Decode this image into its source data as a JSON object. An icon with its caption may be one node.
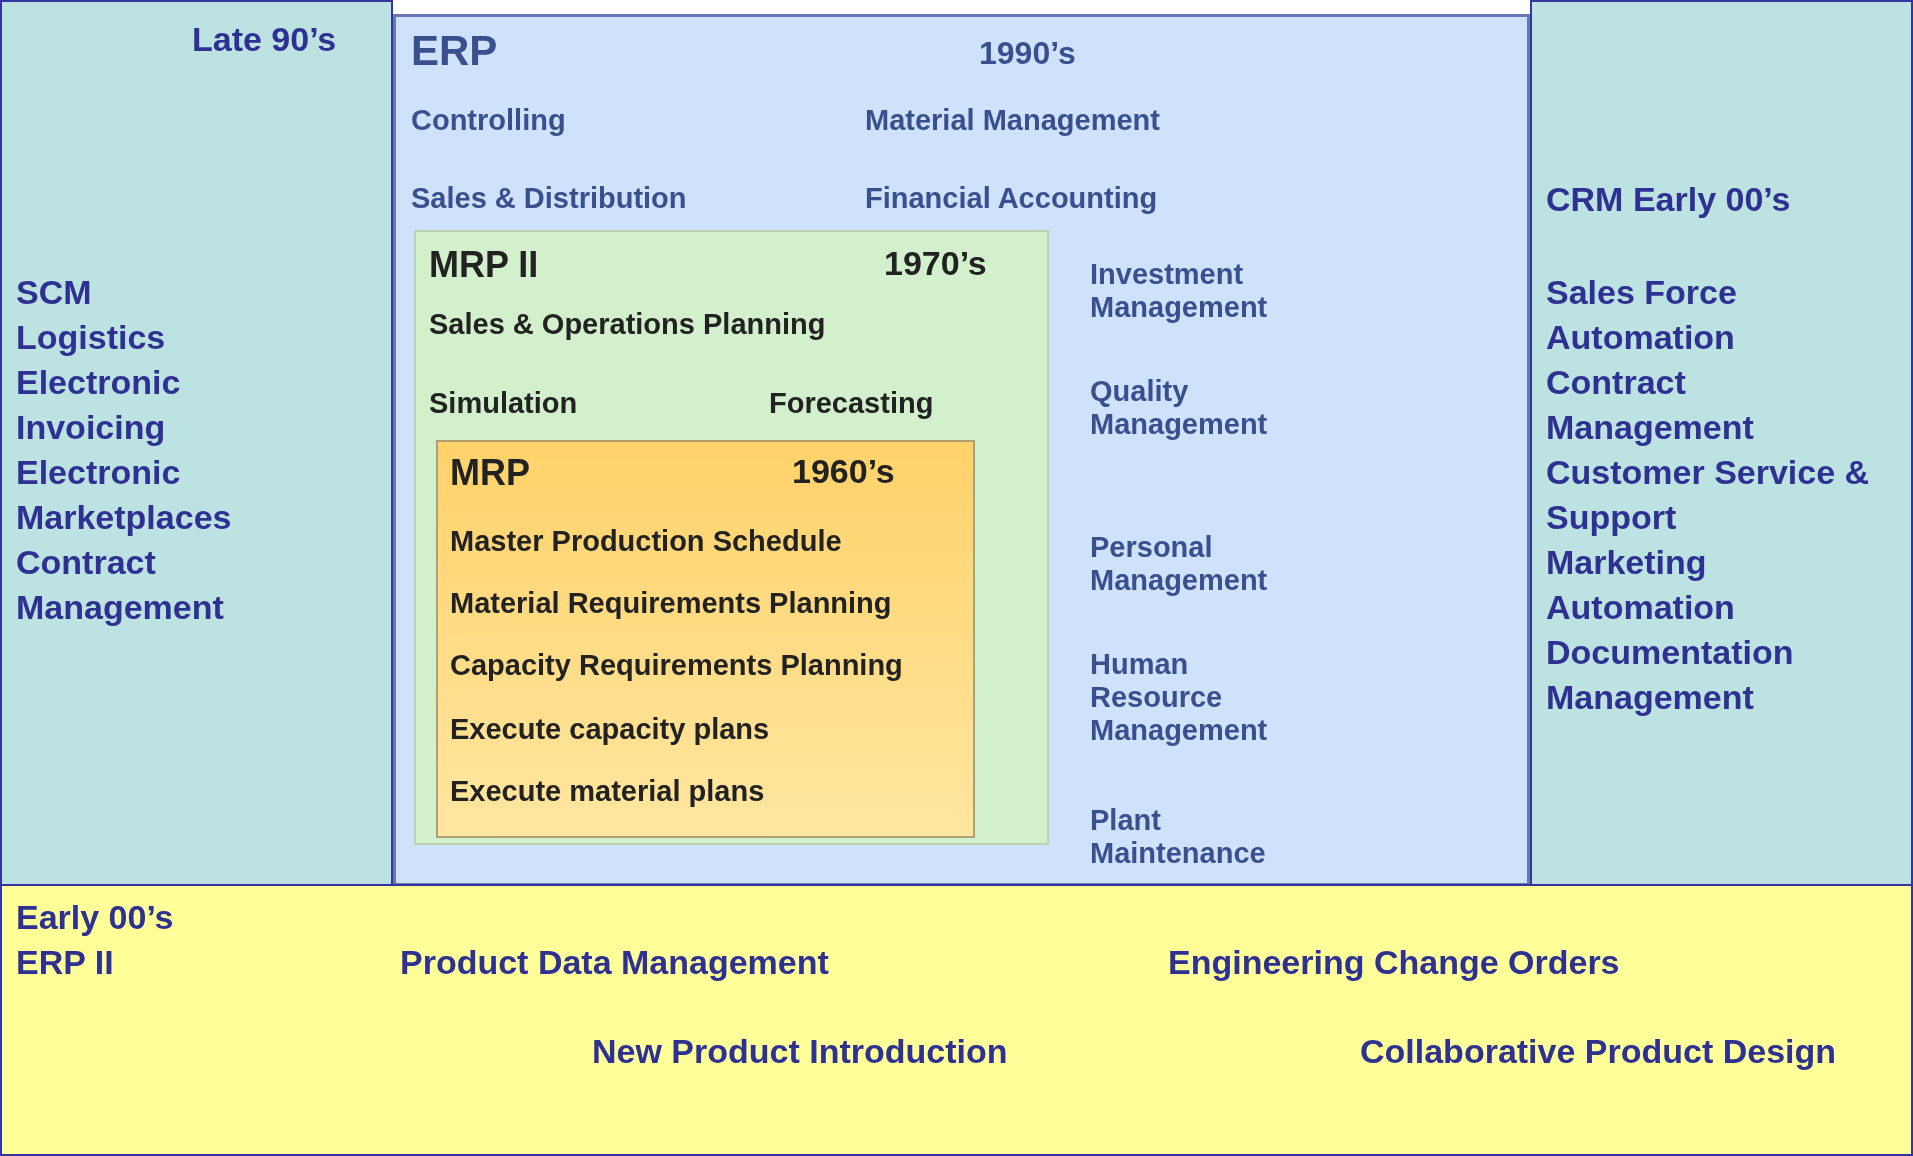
{
  "diagram": {
    "nodes": [
      {
        "text": [
          "Late 90’s",
          "SCM",
          "Logistics",
          "Electronic Invoicing",
          "Electronic Marketplaces",
          "Contract Management"
        ]
      },
      {
        "text": [
          "ERP",
          "1990’s",
          "Controlling",
          "Material Management",
          "Sales & Distribution",
          "Financial Accounting",
          "Investment Management",
          "Quality Management",
          "Personal Management",
          "Human Resource Management",
          "Plant Maintenance"
        ]
      },
      {
        "text": [
          "MRP II",
          "1970’s",
          "Sales & Operations Planning",
          "Simulation",
          "Forecasting"
        ],
        "in": 1
      },
      {
        "text": [
          "MRP",
          "1960’s",
          "Master Production Schedule",
          "Material Requirements Planning",
          "Capacity Requirements Planning",
          "Execute capacity plans",
          "Execute material plans"
        ],
        "in": 2
      },
      {
        "text": [
          "CRM Early 00’s",
          "Sales Force Automation",
          "Contract Management",
          "Customer Service & Support",
          "Marketing Automation",
          "Documentation Management"
        ]
      },
      {
        "text": [
          "Early 00’s",
          "ERP II",
          "Product Data Management",
          "Engineering Change Orders",
          "New Product Introduction",
          "Collaborative Product Design"
        ]
      }
    ]
  }
}
